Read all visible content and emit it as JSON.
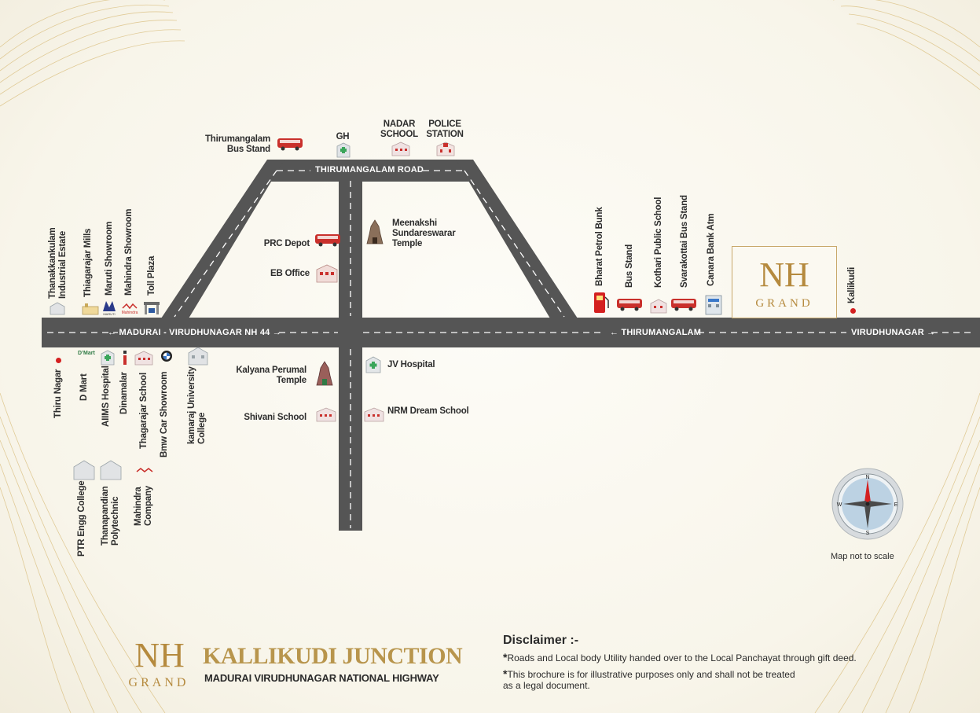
{
  "roads": {
    "nh44_label": "MADURAI - VIRUDHUNAGAR NH 44",
    "thirumangalam_road_label": "THIRUMANGALAM ROAD",
    "to_thirumangalam_label": "THIRUMANGALAM",
    "to_virudhunagar_label": "VIRUDHUNAGAR"
  },
  "landmarks": {
    "thirumangalam_bus_stand": "Thirumangalam\nBus Stand",
    "gh": "GH",
    "nadar_school": "NADAR\nSCHOOL",
    "police_station": "POLICE\nSTATION",
    "prc_depot": "PRC Depot",
    "eb_office": "EB Office",
    "meenakshi_temple": "Meenakshi\nSundareswarar\nTemple",
    "kalyana_perumal_temple": "Kalyana Perumal\nTemple",
    "shivani_school": "Shivani School",
    "jv_hospital": "JV Hospital",
    "nrm_dream_school": "NRM Dream School",
    "thanakkankulam": "Thanakkankulam\nIndustrial Estate",
    "thiagarajar_mills": "Thiagarajar Mills",
    "maruti_showroom": "Maruti Showroom",
    "mahindra_showroom": "Mahindra Showroom",
    "toll_plaza": "Toll Plaza",
    "thiru_nagar": "Thiru Nagar",
    "d_mart": "D Mart",
    "aiims_hospital": "AIIMS Hospital",
    "dinamalar": "Dinamalar",
    "thagarajar_school": "Thagarajar School",
    "bmw_showroom": "Bmw Car Showroom",
    "kamaraj_college": "kamaraj University\nCollege",
    "ptr_college": "PTR Engg College",
    "thanapandian": "Thanapandian\nPolytechnic",
    "mahindra_company": "Mahindra\nCompany",
    "bharat_petrol": "Bharat Petrol Bunk",
    "bus_stand": "Bus Stand",
    "kothari_school": "Kothari Public School",
    "svarakottai_bus_stand": "Svarakottai Bus Stand",
    "canara_atm": "Canara Bank Atm",
    "kallikudi": "Kallikudi"
  },
  "logos": {
    "dmart_mark": "D’Mart",
    "maruti_mark": "MARUTI",
    "mahindra_mark": "Mahindra"
  },
  "project_box": {
    "mono": "NH",
    "word": "GRAND"
  },
  "brand": {
    "mono": "NH",
    "word": "GRAND",
    "title": "KALLIKUDI JUNCTION",
    "subtitle": "MADURAI VIRUDHUNAGAR NATIONAL HIGHWAY"
  },
  "disclaimer": {
    "title": "Disclaimer :-",
    "line1": "Roads and Local body Utility handed over to the Local Panchayat through gift deed.",
    "line2": "This brochure is for illustrative purposes only and shall not be treated\nas a legal document."
  },
  "compass": {
    "note": "Map not to scale",
    "letters": [
      "N",
      "E",
      "S",
      "W"
    ]
  },
  "colors": {
    "road": "#555555",
    "gold": "#b8954c",
    "marker": "#d42020",
    "bus": "#c9302c"
  }
}
